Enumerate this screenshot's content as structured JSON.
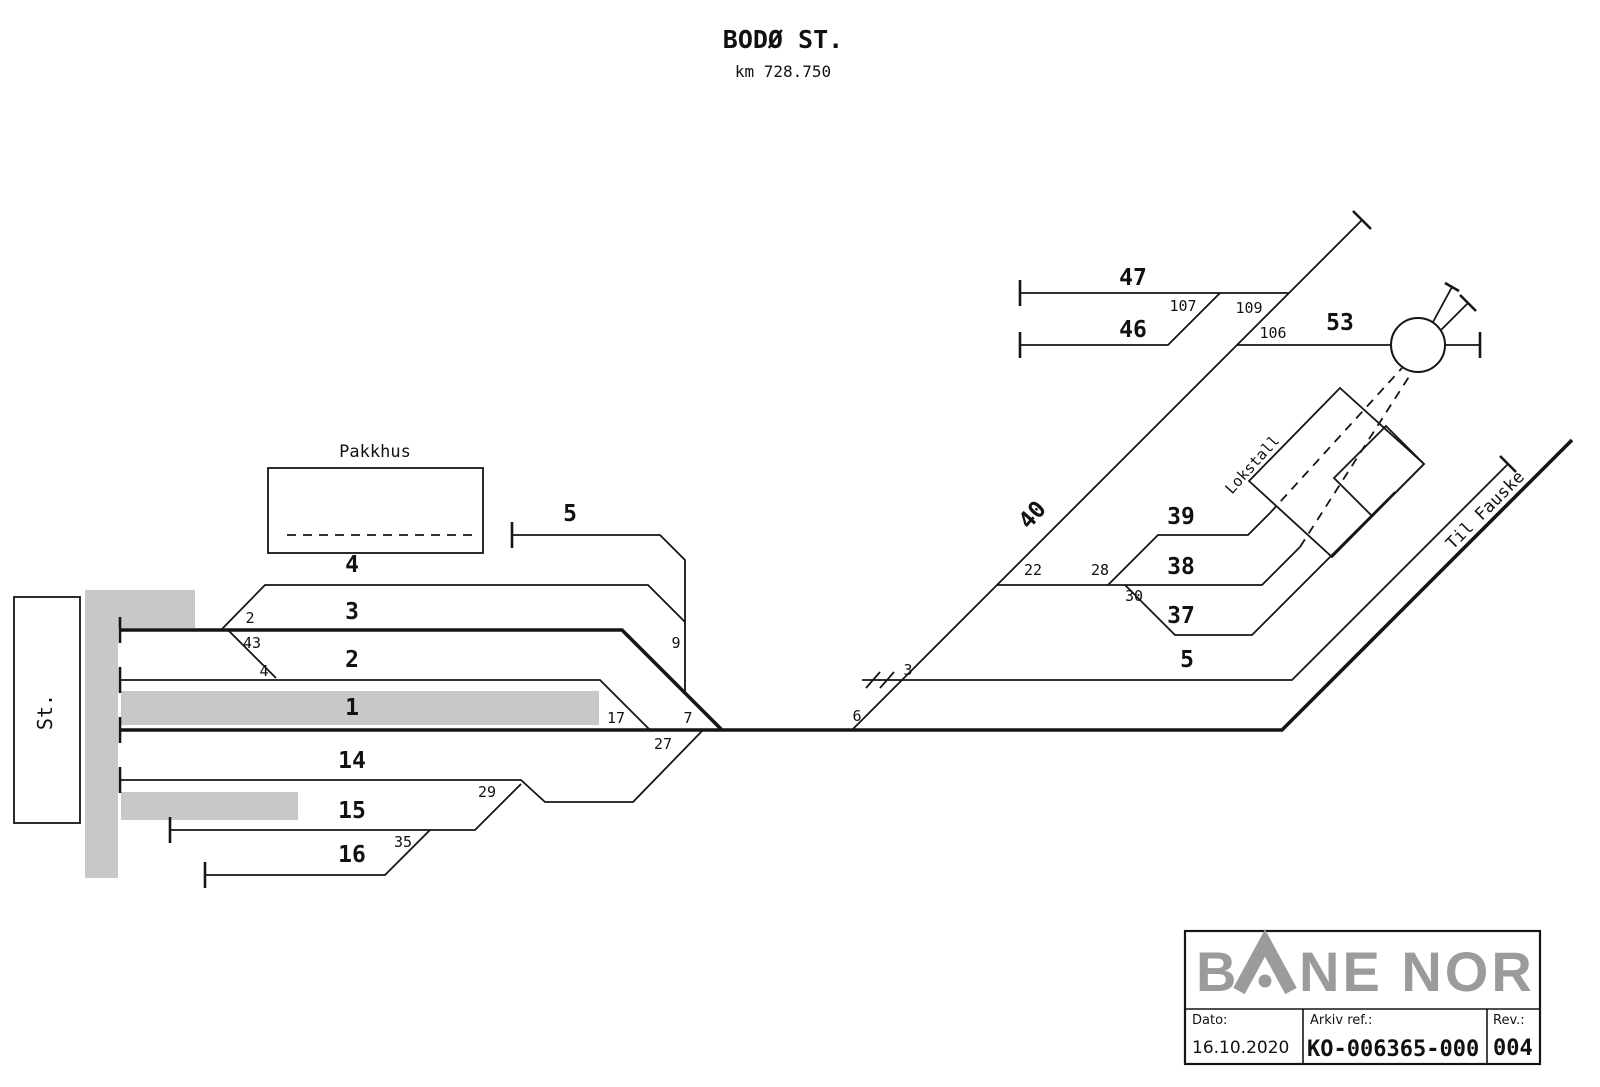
{
  "header": {
    "station_name": "BODØ ST.",
    "km": "km 728.750"
  },
  "station_building": {
    "label": "St."
  },
  "pakkhus": {
    "label": "Pakkhus"
  },
  "lokstall": {
    "label": "Lokstall"
  },
  "destination": {
    "label": "Til Fauske"
  },
  "track_labels": {
    "t5_left": "5",
    "t4": "4",
    "t3": "3",
    "t2": "2",
    "t1": "1",
    "t14": "14",
    "t15": "15",
    "t16": "16",
    "t37": "37",
    "t38": "38",
    "t39": "39",
    "t40": "40",
    "t46": "46",
    "t47": "47",
    "t53": "53",
    "t5_right": "5"
  },
  "switch_labels": {
    "sw2": "2",
    "sw43": "43",
    "sw4": "4",
    "sw9": "9",
    "sw17": "17",
    "sw7": "7",
    "sw27": "27",
    "sw29": "29",
    "sw35": "35",
    "sw6": "6",
    "sw3": "3",
    "sw22": "22",
    "sw28": "28",
    "sw30": "30",
    "n106": "106",
    "n107": "107",
    "n109": "109"
  },
  "title_block": {
    "logo_left": "B",
    "logo_right": "NE NOR",
    "date_label": "Dato:",
    "date_value": "16.10.2020",
    "archive_label": "Arkiv ref.:",
    "archive_value": "KO-006365-000",
    "rev_label": "Rev.:",
    "rev_value": "004"
  },
  "colors": {
    "platform_gray": "#c8c8c8",
    "logo_gray": "#9b9b9b"
  }
}
